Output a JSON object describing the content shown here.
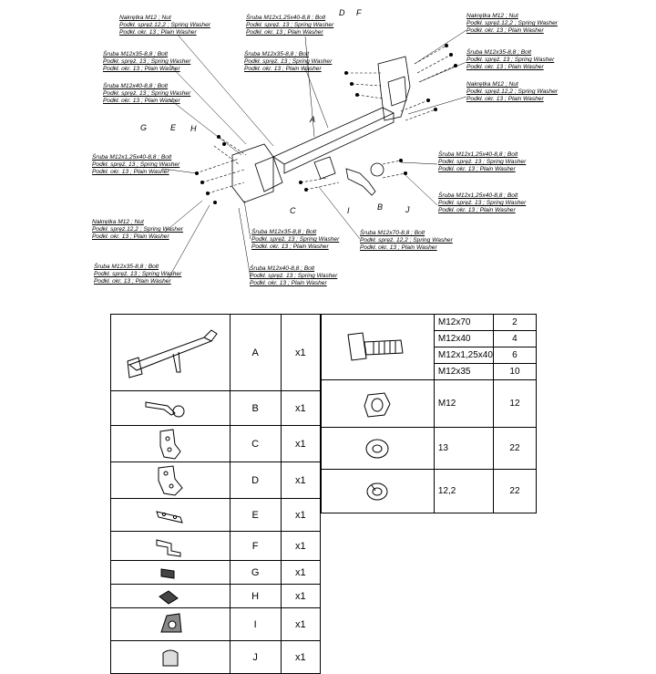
{
  "callouts": {
    "nut_top_mid": [
      "Nakrętka M12 ; Nut",
      "Podkł. spręż.12,2 ; Spring Washer",
      "Podkł. okr. 13 ; Plain Washer"
    ],
    "bolt_left_35": [
      "Śruba M12x35-8,8 ; Bolt",
      "Podkł. spręż. 13 ; Spring Washer",
      "Podkł. okr. 13 ; Plain Washer"
    ],
    "bolt_left_40": [
      "Śruba M12x40-8,8 ; Bolt",
      "Podkł. spręż. 13 ; Spring Washer",
      "Podkł. okr. 13 ; Plain Washer"
    ],
    "bolt_top_125": [
      "Śruba M12x1,25x40-8,8 ;  Bolt",
      "Podkł. spręż. 13 ; Spring Washer",
      "Podkł. okr. 13 ; Plain Washer"
    ],
    "bolt_top_35": [
      "Śruba M12x35-8,8 ; Bolt",
      "Podkł. spręż. 13 ; Spring Washer",
      "Podkł. okr. 13 ; Plain Washer"
    ],
    "nut_top_right": [
      "Nakrętka  M12 ; Nut",
      "Podkł. spręż.12,2 ; Spring Washer",
      "Podkł. okr. 13 ; Plain Washer"
    ],
    "bolt_right_35": [
      "Śruba M12x35-8,8 ; Bolt",
      "Podkł. spręż. 13 ; Spring Washer",
      "Podkł. okr. 13 ; Plain Washer"
    ],
    "nut_right": [
      "Nakrętka M12 ; Nut",
      "Podkł. spręż.12,2 ; Spring Washer",
      "Podkł. okr. 13 ; Plain Washer"
    ],
    "bolt_left_125": [
      "Śruba M12x1,25x40-8,8 ;  Bolt",
      "Podkł. spręż. 13 ; Spring Washer",
      "Podkł. okr. 13 ; Plain Washer"
    ],
    "nut_left": [
      "Nakrętka M12 ; Nut",
      "Podkł. spręż.12,2 ; Spring Washer",
      "Podkł. okr. 13 ; Plain Washer"
    ],
    "bolt_left_low_35": [
      "Śruba M12x35-8,8 ; Bolt",
      "Podkł. spręż. 13 ; Spring Washer",
      "Podkł. okr. 13 ; Plain Washer"
    ],
    "bolt_bottom_35": [
      "Śruba M12x35-8,8 ; Bolt",
      "Podkł. spręż. 13 ; Spring Washer",
      "Podkł. okr. 13 ; Plain Washer"
    ],
    "bolt_bottom_40": [
      "Śruba M12x40-8,8 ; Bolt",
      "Podkł. spręż. 13 ; Spring Washer",
      "Podkł. okr. 13 ; Plain Washer"
    ],
    "bolt_bottom_70": [
      "Śruba M12x70-8,8 ; Bolt",
      "Podkł. spręż. 12,2 ; Spring Washer",
      "Podkł. okr. 13 ; Plain Washer"
    ],
    "bolt_right_125a": [
      "Śruba M12x1,25x40-8,8 ;  Bolt",
      "Podkł. spręż. 13 ; Spring Washer",
      "Podkł. okr. 13 ; Plain Washer"
    ],
    "bolt_right_125b": [
      "Śruba M12x1,25x40-8,8 ;  Bolt",
      "Podkł. spręż. 13 ; Spring Washer",
      "Podkł. okr. 13 ; Plain Washer"
    ]
  },
  "letters": {
    "A": "A",
    "B": "B",
    "C": "C",
    "D": "D",
    "E": "E",
    "F": "F",
    "G": "G",
    "H": "H",
    "I": "I",
    "J": "J"
  },
  "parts": [
    {
      "code": "A",
      "qty": "x1",
      "icon": "main-beam-icon"
    },
    {
      "code": "B",
      "qty": "x1",
      "icon": "tow-ball-icon"
    },
    {
      "code": "C",
      "qty": "x1",
      "icon": "bracket-c-icon"
    },
    {
      "code": "D",
      "qty": "x1",
      "icon": "bracket-d-icon"
    },
    {
      "code": "E",
      "qty": "x1",
      "icon": "plate-e-icon"
    },
    {
      "code": "F",
      "qty": "x1",
      "icon": "plate-f-icon"
    },
    {
      "code": "G",
      "qty": "x1",
      "icon": "clip-g-icon"
    },
    {
      "code": "H",
      "qty": "x1",
      "icon": "clip-h-icon"
    },
    {
      "code": "I",
      "qty": "x1",
      "icon": "socket-plate-icon"
    },
    {
      "code": "J",
      "qty": "x1",
      "icon": "rubber-cap-icon"
    }
  ],
  "hardware": {
    "bolts": [
      {
        "spec": "M12x70",
        "qty": "2"
      },
      {
        "spec": "M12x40",
        "qty": "4"
      },
      {
        "spec": "M12x1,25x40",
        "qty": "6"
      },
      {
        "spec": "M12x35",
        "qty": "10"
      }
    ],
    "nut": {
      "spec": "M12",
      "qty": "12"
    },
    "plain_washer": {
      "spec": "13",
      "qty": "22"
    },
    "spring_washer": {
      "spec": "12,2",
      "qty": "22"
    }
  }
}
